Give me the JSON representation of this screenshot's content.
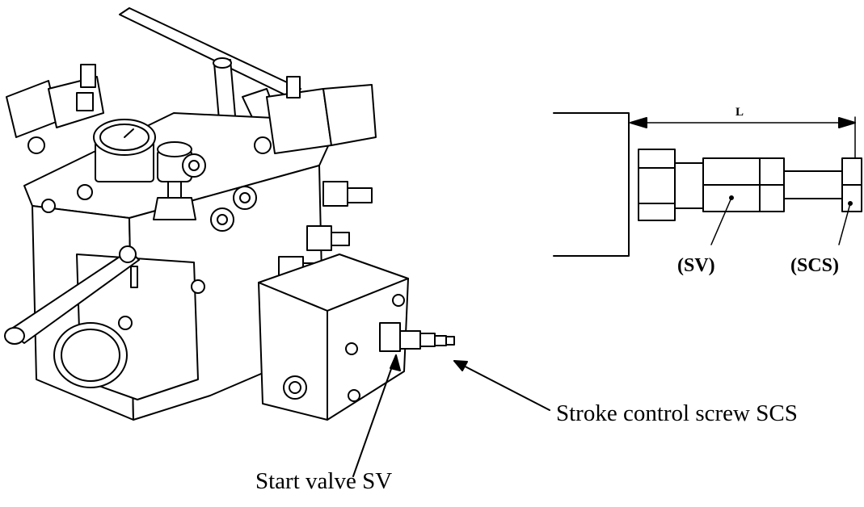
{
  "labels": {
    "stroke_control": "Stroke control screw SCS",
    "start_valve": "Start valve SV",
    "sv_short": "(SV)",
    "scs_short": "(SCS)",
    "length": "L"
  }
}
